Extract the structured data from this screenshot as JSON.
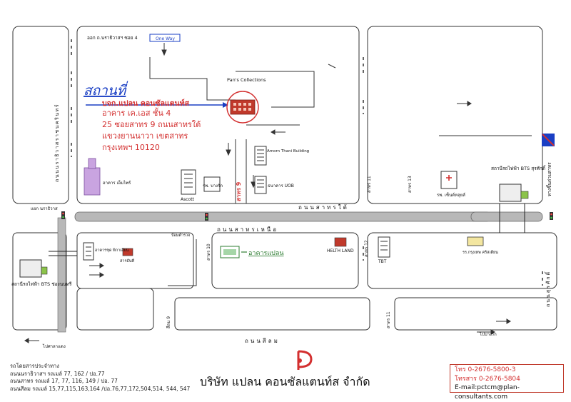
{
  "location": {
    "heading": "สถานที่",
    "company": "บจก.แปลน คอนซัลแตนท์ส",
    "building": "อาคาร เค.เอส ชั้น 4",
    "street": "25 ซอยสาทร 9 ถนนสาทรใต้",
    "district": "แขวงยานนาวา  เขตสาทร",
    "city": "กรุงเทพฯ  10120"
  },
  "roads": {
    "ratchadamri": "ถนนนราธิวาสราชนครินทร์",
    "exit_soi4": "ออก ถ.นราธิวาสฯ ซอย 4",
    "one_way": "One Way",
    "sathorn_tai": "ถนนสาทรใต้",
    "sathorn_nuea": "ถนนสาทรเหนือ",
    "silom": "ถนนสีลม",
    "surasak": "ถนนสุรศักดิ์",
    "sathorn9": "สาทร 9",
    "sathorn10": "สาทร 10",
    "sathorn11_top": "สาทร 11",
    "sathorn11_bottom": "สาทร 11",
    "sathorn12": "สาทร 12",
    "sathorn13": "สาทร 13",
    "silom9": "สีลม 9",
    "to_sala_daeng": "ไปศาลาแดง",
    "to_bang_rak": "ไปบางรัก",
    "expressway_up": "ทางขึ้นด่วนสาทร",
    "narathiwat_intersection": "แยก นราธิวาส"
  },
  "places": {
    "pans": "Pan's Collections",
    "amorn_thani": "Amorn Thani Building",
    "uob": "ธนาคาร UOB",
    "ascott": "Ascott",
    "bangrak_hospital": "รพ. บางรัก",
    "empire": "อาคาร เอ็มไพร์",
    "saint_louis": "รพ. เซ็นต์หลุยส์",
    "bts_surasak": "สถานีรถไฟฟ้า BTS สุรศักดิ์",
    "bts_chong_nonsi": "สถานีรถไฟฟ้า BTS ช่องนนทรี",
    "phikanesuan": "อาคารชุด พิกาเสียน",
    "shrine": "สารธันที",
    "pam_station": "ป้อมตำรวจ",
    "plan_building": "อาคารแปลน",
    "helth_land": "HELTH LAND",
    "tbt": "TBT",
    "school": "รร.กรุงเทพ คริสเตียน"
  },
  "footer": {
    "transport_title": "รถโดยสารประจำทาง",
    "bus1": "ถนนนราธิวาสฯ  รถเมล์ 77, 162 / ปอ.77",
    "bus2": "ถนนสาทร  รถเมล์ 17, 77, 116, 149 / ปอ. 77",
    "bus3": "ถนนสีลม  รถเมล์ 15,77,115,163,164 /ปอ.76,77,172,504,514, 544, 547",
    "company_name": "บริษัท แปลน คอนซัลแตนท์ส จำกัด",
    "phone": "โทร 0-2676-5800-3",
    "fax": "โทรสาร 0-2676-5804",
    "email": "E-mail:pctcm@plan-consultants.com"
  },
  "colors": {
    "red": "#d32f2f",
    "blue": "#1a3fc4",
    "road_bar": "#b8b8b8",
    "green": "#2e7d32"
  }
}
